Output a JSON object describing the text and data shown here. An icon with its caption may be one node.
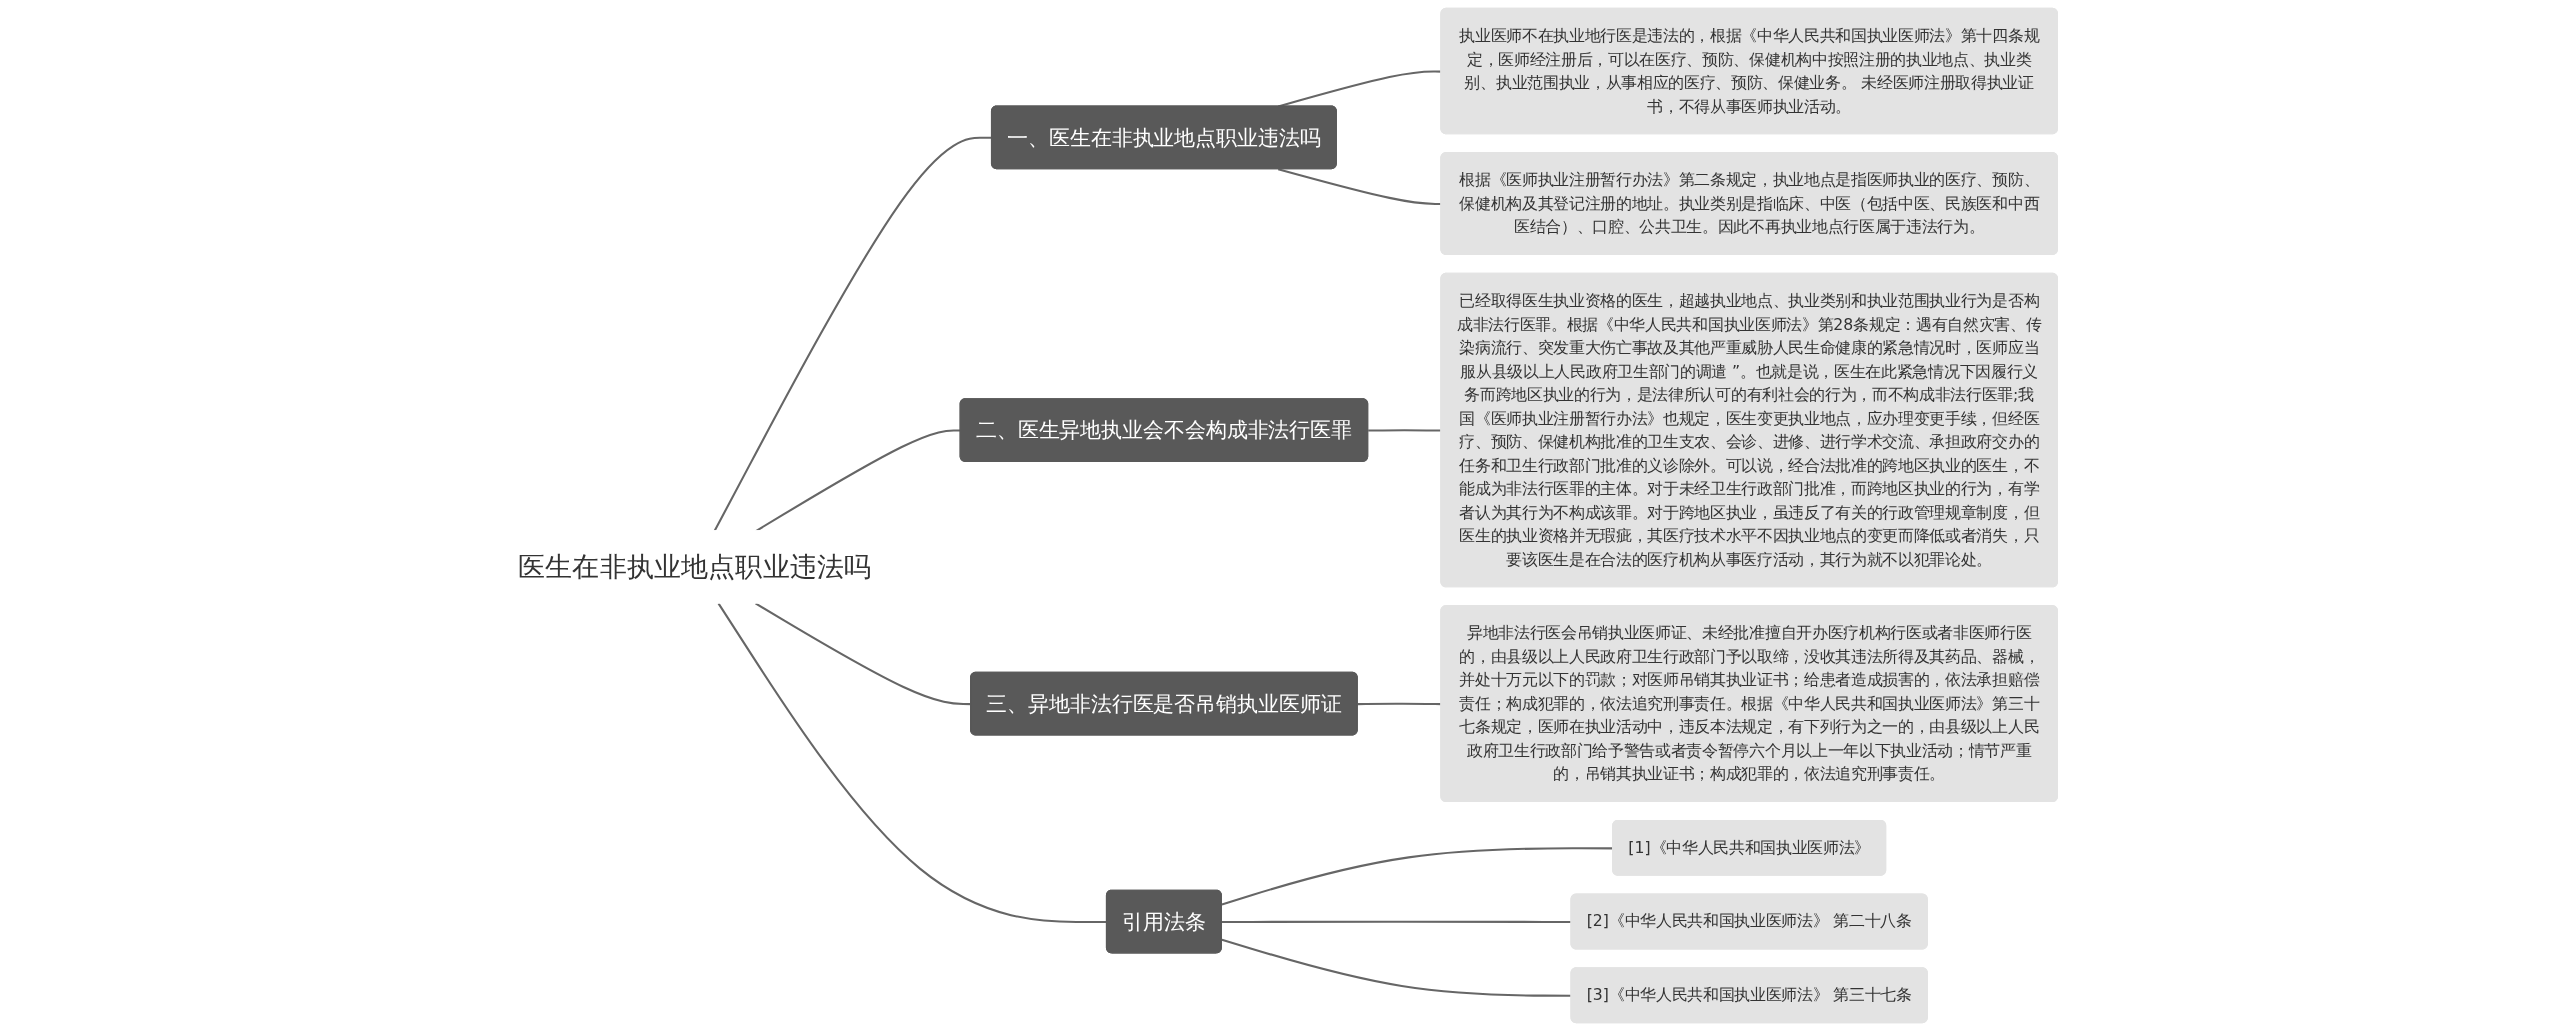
{
  "diagram": {
    "nodes": [
      {
        "text": [
          "医生在非执业地点职业违法吗"
        ]
      },
      {
        "text": [
          "一、医生在非执业地点职业违法吗"
        ]
      },
      {
        "text": [
          "执业医师不在执业地行医是违法的，根据《中华人民共和国执业医师法》第十四条规定，医师经注册后，可以在医疗、预防、保健机构中按照注册的执业地点、执业类别、执业范围执业，从事相应的医疗、预防、保健业务。 未经医师注册取得执业证书，不得从事医师执业活动。"
        ]
      },
      {
        "text": [
          "根据《医师执业注册暂行办法》第二条规定，执业地点是指医师执业的医疗、预防、保健机构及其登记注册的地址。执业类别是指临床、中医（包括中医、民族医和中西医结合）、口腔、公共卫生。因此不再执业地点行医属于违法行为。"
        ]
      },
      {
        "text": [
          "二、医生异地执业会不会构成非法行医罪"
        ]
      },
      {
        "text": [
          "已经取得医生执业资格的医生，超越执业地点、执业类别和执业范围执业行为是否构成非法行医罪。根据《中华人民共和国执业医师法》第28条规定：遇有自然灾害、传染病流行、突发重大伤亡事故及其他严重威胁人民生命健康的紧急情况时，医师应当服从县级以上人民政府卫生部门的调遣 ”。也就是说，医生在此紧急情况下因履行义务而跨地区执业的行为，是法律所认可的有利社会的行为，而不构成非法行医罪;我国《医师执业注册暂行办法》也规定，医生变更执业地点，应办理变更手续，但经医疗、预防、保健机构批准的卫生支农、会诊、进修、进行学术交流、承担政府交办的任务和卫生行政部门批准的义诊除外。可以说，经合法批准的跨地区执业的医生，不能成为非法行医罪的主体。对于未经卫生行政部门批准，而跨地区执业的行为，有学者认为其行为不构成该罪。对于跨地区执业，虽违反了有关的行政管理规章制度，但医生的执业资格并无瑕疵，其医疗技术水平不因执业地点的变更而降低或者消失，只要该医生是在合法的医疗机构从事医疗活动，其行为就不以犯罪论处。"
        ]
      },
      {
        "text": [
          "三、异地非法行医是否吊销执业医师证"
        ]
      },
      {
        "text": [
          "异地非法行医会吊销执业医师证、未经批准擅自开办医疗机构行医或者非医师行医的，由县级以上人民政府卫生行政部门予以取缔，没收其违法所得及其药品、器械，并处十万元以下的罚款；对医师吊销其执业证书；给患者造成损害的，依法承担赔偿责任；构成犯罪的，依法追究刑事责任。根据《中华人民共和国执业医师法》第三十七条规定，医师在执业活动中，违反本法规定，有下列行为之一的，由县级以上人民政府卫生行政部门给予警告或者责令暂停六个月以上一年以下执业活动；情节严重的，吊销其执业证书；构成犯罪的，依法追究刑事责任。"
        ]
      },
      {
        "text": [
          "引用法条"
        ]
      },
      {
        "text": [
          "[1]《中华人民共和国执业医师法》"
        ]
      },
      {
        "text": [
          "[2]《中华人民共和国执业医师法》 第二十八条"
        ]
      },
      {
        "text": [
          "[3]《中华人民共和国执业医师法》 第三十七条"
        ]
      }
    ],
    "edges": [
      {
        "from": 0,
        "to": 1,
        "arrow": "none"
      },
      {
        "from": 1,
        "to": 2,
        "arrow": "none"
      },
      {
        "from": 1,
        "to": 3,
        "arrow": "none"
      },
      {
        "from": 0,
        "to": 4,
        "arrow": "none"
      },
      {
        "from": 4,
        "to": 5,
        "arrow": "none"
      },
      {
        "from": 0,
        "to": 6,
        "arrow": "none"
      },
      {
        "from": 6,
        "to": 7,
        "arrow": "none"
      },
      {
        "from": 0,
        "to": 8,
        "arrow": "none"
      },
      {
        "from": 8,
        "to": 9,
        "arrow": "none"
      },
      {
        "from": 8,
        "to": 10,
        "arrow": "none"
      },
      {
        "from": 8,
        "to": 11,
        "arrow": "none"
      }
    ]
  }
}
